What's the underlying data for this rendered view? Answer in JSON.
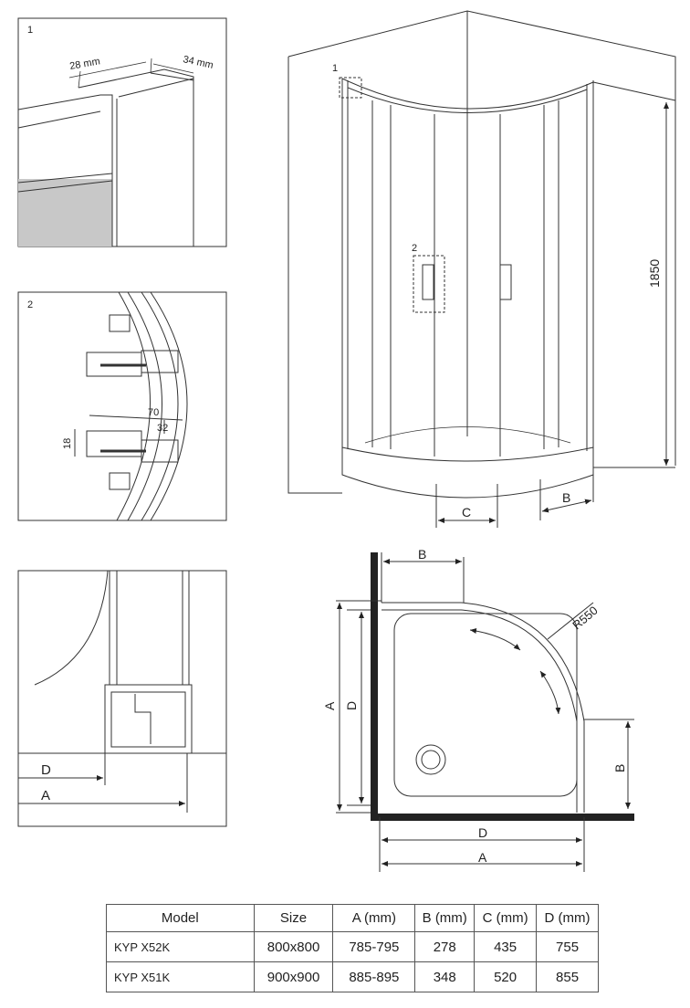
{
  "detail1": {
    "number": "1",
    "dim_width": "28 mm",
    "dim_depth": "34 mm"
  },
  "detail2": {
    "number": "2",
    "dim_70": "70",
    "dim_32": "32",
    "dim_18": "18"
  },
  "detail3": {
    "label_d": "D",
    "label_a": "A"
  },
  "perspective": {
    "callout_1": "1",
    "callout_2": "2",
    "height": "1850",
    "label_c": "C",
    "label_b": "B"
  },
  "plan": {
    "label_b_top": "B",
    "radius": "R550",
    "label_a_left": "A",
    "label_d_left": "D",
    "label_b_right": "B",
    "label_d_bottom": "D",
    "label_a_bottom": "A"
  },
  "table": {
    "headers": [
      "Model",
      "Size",
      "A (mm)",
      "B (mm)",
      "C (mm)",
      "D (mm)"
    ],
    "rows": [
      [
        "KYP X52K",
        "800x800",
        "785-795",
        "278",
        "435",
        "755"
      ],
      [
        "KYP X51K",
        "900x900",
        "885-895",
        "348",
        "520",
        "855"
      ]
    ]
  }
}
